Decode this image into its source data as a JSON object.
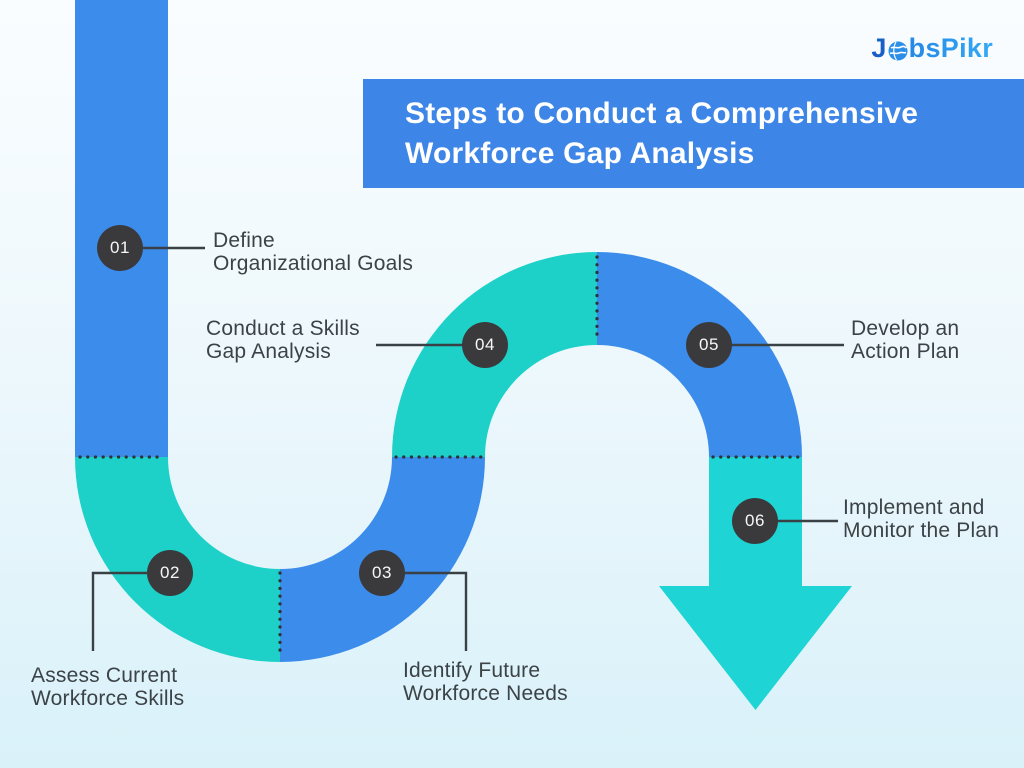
{
  "logo": {
    "prefix": "J",
    "suffix": "bsPikr",
    "globe_icon": "globe-icon"
  },
  "title": {
    "line1": "Steps to Conduct a Comprehensive",
    "line2": "Workforce Gap Analysis"
  },
  "steps": [
    {
      "number": "01",
      "line1": "Define",
      "line2": "Organizational Goals"
    },
    {
      "number": "02",
      "line1": "Assess Current",
      "line2": "Workforce Skills"
    },
    {
      "number": "03",
      "line1": "Identify Future",
      "line2": "Workforce Needs"
    },
    {
      "number": "04",
      "line1": "Conduct a Skills",
      "line2": "Gap Analysis"
    },
    {
      "number": "05",
      "line1": "Develop an",
      "line2": "Action Plan"
    },
    {
      "number": "06",
      "line1": "Implement and",
      "line2": "Monitor the Plan"
    }
  ],
  "colors": {
    "path-blue": "#3c8ceb",
    "path-teal": "#1dd1c9",
    "arrow-teal": "#1ed4d4",
    "banner-blue": "#3d85e6",
    "badge-dark": "#3a3a3c",
    "label-color": "#3c4347",
    "line-color": "#3a4145",
    "dot-color": "#2d3439",
    "logo-dark-blue": "#1a5fc6",
    "bg-top": "#fafdff",
    "bg-bottom": "#d9f1f9"
  }
}
